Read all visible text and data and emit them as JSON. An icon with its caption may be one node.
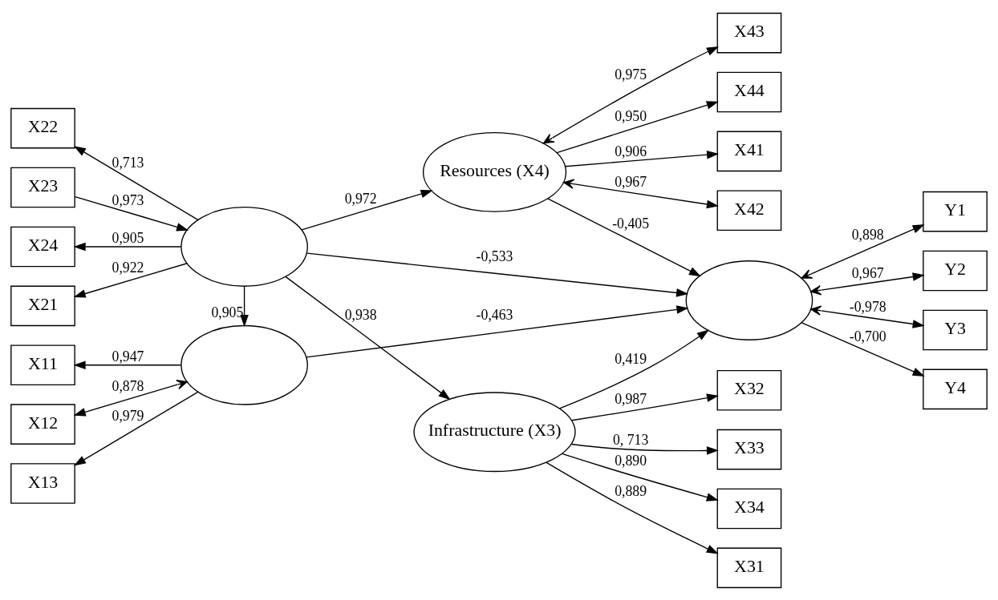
{
  "diagram": {
    "nodes": [
      {
        "text": [
          "X11"
        ]
      },
      {
        "text": [
          "X12"
        ]
      },
      {
        "text": [
          "X13"
        ]
      },
      {
        "text": [],
        "shape": "ellipse"
      },
      {
        "text": [
          "X31"
        ]
      },
      {
        "text": [
          "X32"
        ]
      },
      {
        "text": [
          "X33"
        ]
      },
      {
        "text": [
          "X34"
        ]
      },
      {
        "text": [
          "Infrastructure (X3)"
        ]
      },
      {
        "text": [
          "Y1"
        ]
      },
      {
        "text": [
          "Y2"
        ]
      },
      {
        "text": [
          "Y3"
        ]
      },
      {
        "text": [
          "Y4"
        ]
      },
      {
        "text": [],
        "shape": "ellipse"
      },
      {
        "text": [
          "X21"
        ]
      },
      {
        "text": [
          "X22"
        ]
      },
      {
        "text": [
          "X23"
        ]
      },
      {
        "text": [
          "X24"
        ]
      },
      {
        "text": [],
        "shape": "ellipse"
      },
      {
        "text": [
          "Resources (X4)"
        ]
      },
      {
        "text": [
          "X41"
        ]
      },
      {
        "text": [
          "X42"
        ]
      },
      {
        "text": [
          "X43"
        ]
      },
      {
        "text": [
          "X44"
        ]
      }
    ],
    "edges": [
      {
        "from": 3,
        "to": 0,
        "arrow": "to",
        "label": "0,947"
      },
      {
        "from": 3,
        "to": 1,
        "arrow": "both",
        "label": "0,878"
      },
      {
        "from": 3,
        "to": 2,
        "arrow": "to",
        "label": "0,979"
      },
      {
        "from": 8,
        "to": 4,
        "arrow": "to",
        "label": "0,889"
      },
      {
        "from": 8,
        "to": 5,
        "arrow": "to",
        "label": "0,987"
      },
      {
        "from": 8,
        "to": 6,
        "arrow": "to",
        "label": "0, 713"
      },
      {
        "from": 8,
        "to": 7,
        "arrow": "to",
        "label": "0,890"
      },
      {
        "from": 18,
        "to": 3,
        "arrow": "to",
        "label": "0,905"
      },
      {
        "from": 18,
        "to": 8,
        "arrow": "to",
        "label": "0,938"
      },
      {
        "from": 3,
        "to": 13,
        "arrow": "to",
        "label": "-0,463"
      },
      {
        "from": 8,
        "to": 13,
        "arrow": "to",
        "label": "0,419"
      },
      {
        "from": 18,
        "to": 13,
        "arrow": "to",
        "label": "-0,533"
      },
      {
        "from": 19,
        "to": 13,
        "arrow": "to",
        "label": "-0,405"
      },
      {
        "from": 13,
        "to": 9,
        "arrow": "both",
        "label": "0,898"
      },
      {
        "from": 13,
        "to": 10,
        "arrow": "both",
        "label": "0,967"
      },
      {
        "from": 13,
        "to": 11,
        "arrow": "both",
        "label": "-0,978"
      },
      {
        "from": 13,
        "to": 12,
        "arrow": "to",
        "label": "-0,700"
      },
      {
        "from": 18,
        "to": 14,
        "arrow": "to",
        "label": "0,922"
      },
      {
        "from": 18,
        "to": 15,
        "arrow": "to",
        "label": "0,713"
      },
      {
        "from": 16,
        "to": 18,
        "arrow": "to",
        "label": "0,973"
      },
      {
        "from": 18,
        "to": 17,
        "arrow": "to",
        "label": "0,905"
      },
      {
        "from": 18,
        "to": 19,
        "arrow": "to",
        "label": "0,972"
      },
      {
        "from": 19,
        "to": 20,
        "arrow": "to",
        "label": "0,906"
      },
      {
        "from": 19,
        "to": 21,
        "arrow": "both",
        "label": "0,967"
      },
      {
        "from": 19,
        "to": 22,
        "arrow": "both",
        "label": "0,975"
      },
      {
        "from": 19,
        "to": 23,
        "arrow": "to",
        "label": "0,950"
      }
    ]
  }
}
